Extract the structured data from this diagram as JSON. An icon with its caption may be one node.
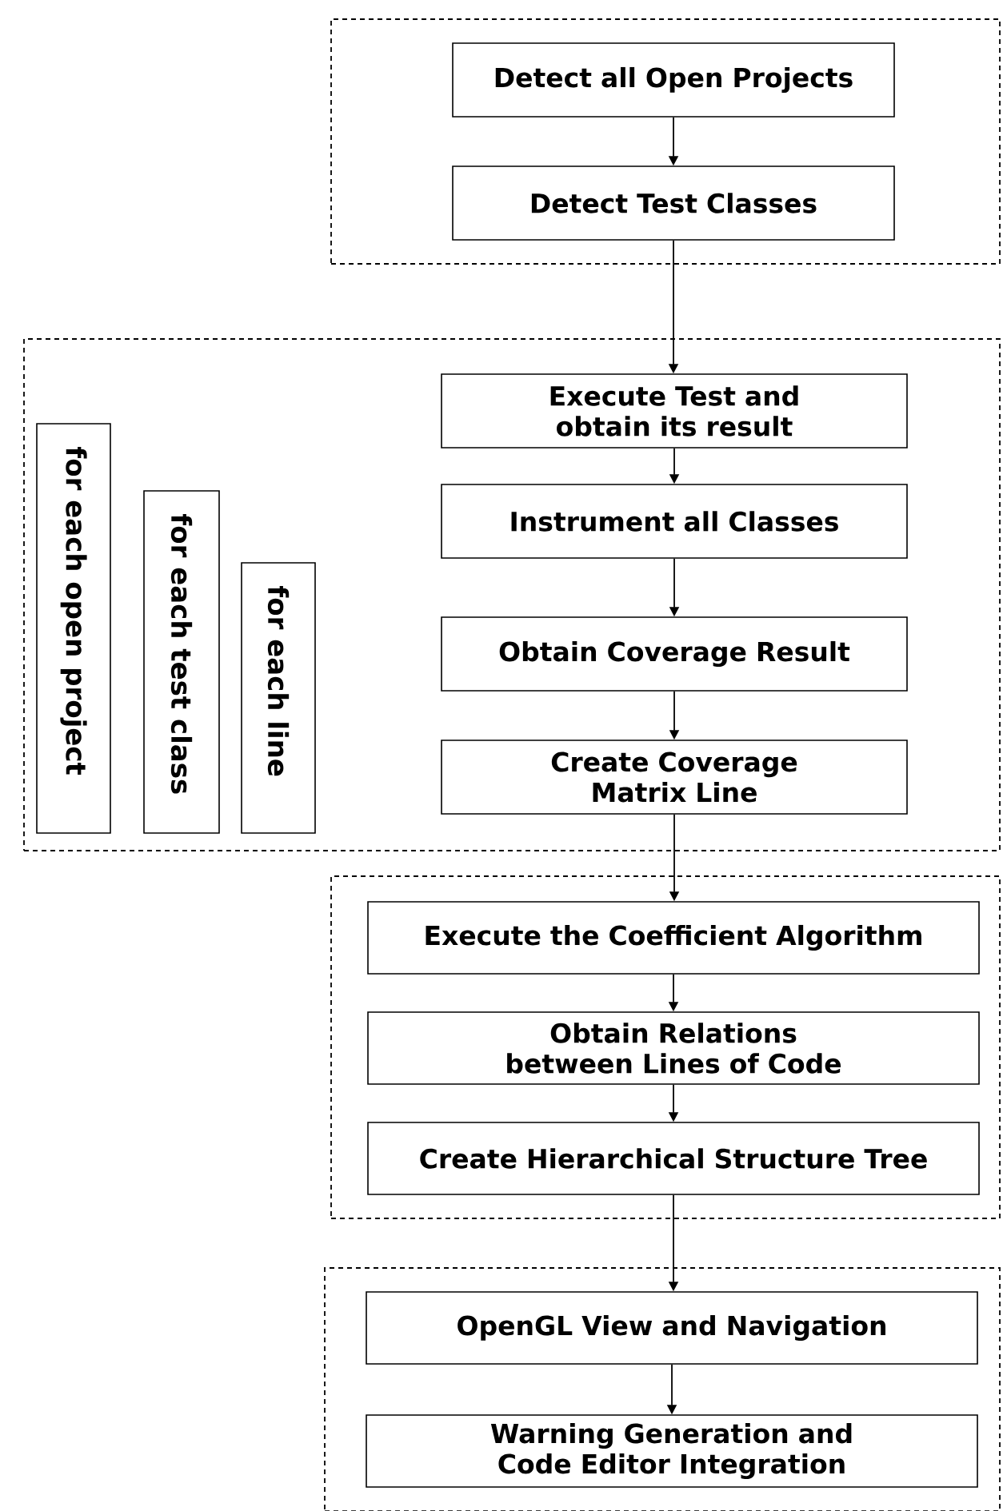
{
  "diagram": {
    "nodes": [
      {
        "text": [],
        "shape": "box"
      },
      {
        "text": [
          "Detect all Open Projects"
        ],
        "in": 0
      },
      {
        "text": [
          "Detect Test Classes"
        ],
        "in": 0
      },
      {
        "text": [],
        "shape": "box"
      },
      {
        "text": [
          "Execute Test and obtain its result"
        ],
        "in": 3
      },
      {
        "text": [
          "Instrument all Classes"
        ],
        "in": 3
      },
      {
        "text": [
          "Obtain Coverage Result"
        ],
        "in": 3
      },
      {
        "text": [
          "Create Coverage Matrix Line"
        ],
        "in": 3
      },
      {
        "text": [
          "for each open project"
        ],
        "in": 3
      },
      {
        "text": [
          "for each test class"
        ],
        "in": 3
      },
      {
        "text": [
          "for each line"
        ],
        "in": 3
      },
      {
        "text": [],
        "shape": "box"
      },
      {
        "text": [
          "Execute the Coefficient Algorithm"
        ],
        "in": 11
      },
      {
        "text": [
          "Obtain Relations between Lines of Code"
        ],
        "in": 11
      },
      {
        "text": [
          "Create Hierarchical Structure Tree"
        ],
        "in": 11
      },
      {
        "text": [],
        "shape": "box"
      },
      {
        "text": [
          "OpenGL View and Navigation"
        ],
        "in": 15
      },
      {
        "text": [
          "Warning Generation and Code Editor Integration"
        ],
        "in": 15
      }
    ],
    "edges": [
      {
        "from": 1,
        "to": 2,
        "arrow": "to"
      },
      {
        "from": 2,
        "to": 4,
        "arrow": "to"
      },
      {
        "from": 4,
        "to": 5,
        "arrow": "to"
      },
      {
        "from": 5,
        "to": 6,
        "arrow": "to"
      },
      {
        "from": 6,
        "to": 7,
        "arrow": "to"
      },
      {
        "from": 7,
        "to": 12,
        "arrow": "to"
      },
      {
        "from": 12,
        "to": 13,
        "arrow": "to"
      },
      {
        "from": 13,
        "to": 14,
        "arrow": "to"
      },
      {
        "from": 14,
        "to": 16,
        "arrow": "to"
      },
      {
        "from": 16,
        "to": 17,
        "arrow": "to"
      }
    ]
  }
}
